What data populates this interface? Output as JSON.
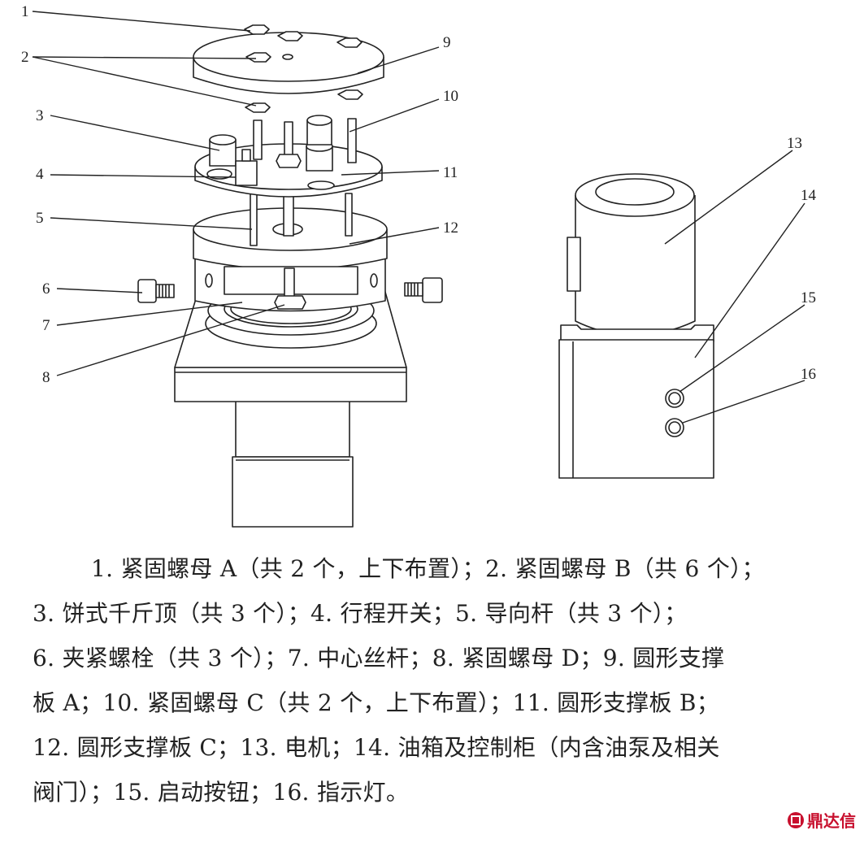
{
  "callouts": [
    "1",
    "2",
    "3",
    "4",
    "5",
    "6",
    "7",
    "8",
    "9",
    "10",
    "11",
    "12",
    "13",
    "14",
    "15",
    "16"
  ],
  "caption": {
    "line1": "1. 紧固螺母 A（共 2 个，上下布置）；2. 紧固螺母 B（共 6 个）；",
    "line2": "3. 饼式千斤顶（共 3 个）；4. 行程开关；5. 导向杆（共 3 个）；",
    "line3": "6. 夹紧螺栓（共 3 个）；7. 中心丝杆；8. 紧固螺母 D；9. 圆形支撑",
    "line4": "板 A；10. 紧固螺母 C（共 2 个，上下布置）；11. 圆形支撑板 B；",
    "line5": "12. 圆形支撑板 C；13. 电机；14. 油箱及控制柜（内含油泵及相关",
    "line6": "阀门）；15. 启动按钮；16. 指示灯。"
  },
  "watermark": {
    "text": "鼎达信",
    "color": "#c8102e"
  },
  "colors": {
    "line": "#222222",
    "fill": "#ffffff"
  }
}
